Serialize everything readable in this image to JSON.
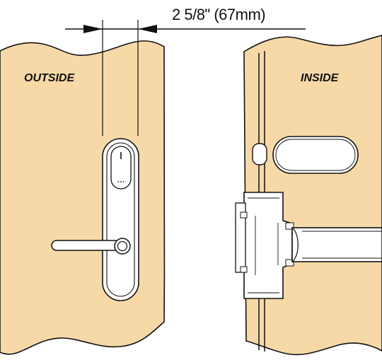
{
  "labels": {
    "dimension": "2 5/8\"  (67mm)",
    "outside": "OUTSIDE",
    "inside": "INSIDE"
  },
  "colors": {
    "door": "#f7d9a8",
    "line": "#111111",
    "hardware": "#ffffff",
    "background": "#ffffff"
  }
}
